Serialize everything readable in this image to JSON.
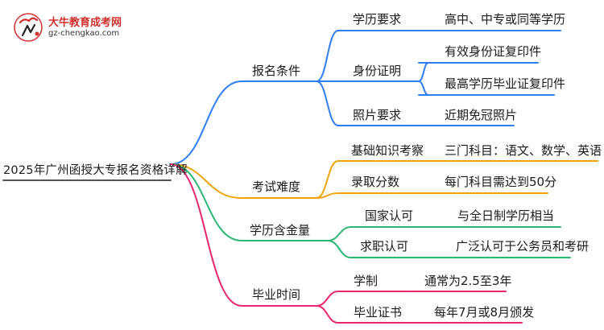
{
  "logo": {
    "title": "大牛教育成考网",
    "url": "gz-chengkao.com"
  },
  "root": "2025年广州函授大专报名资格详解",
  "colors": {
    "blue": "#2e7cf6",
    "orange": "#f0a30a",
    "green": "#2bb673",
    "pink": "#e8266e"
  },
  "branches": [
    {
      "label": "报名条件",
      "children": [
        {
          "label": "学历要求",
          "leaves": [
            "高中、中专或同等学历"
          ]
        },
        {
          "label": "身份证明",
          "leaves": [
            "有效身份证复印件",
            "最高学历毕业证复印件"
          ]
        },
        {
          "label": "照片要求",
          "leaves": [
            "近期免冠照片"
          ]
        }
      ]
    },
    {
      "label": "考试难度",
      "children": [
        {
          "label": "基础知识考察",
          "leaves": [
            "三门科目：语文、数学、英语"
          ]
        },
        {
          "label": "录取分数",
          "leaves": [
            "每门科目需达到50分"
          ]
        }
      ]
    },
    {
      "label": "学历含金量",
      "children": [
        {
          "label": "国家认可",
          "leaves": [
            "与全日制学历相当"
          ]
        },
        {
          "label": "求职认可",
          "leaves": [
            "广泛认可于公务员和考研"
          ]
        }
      ]
    },
    {
      "label": "毕业时间",
      "children": [
        {
          "label": "学制",
          "leaves": [
            "通常为2.5至3年"
          ]
        },
        {
          "label": "毕业证书",
          "leaves": [
            "每年7月或8月颁发"
          ]
        }
      ]
    }
  ]
}
